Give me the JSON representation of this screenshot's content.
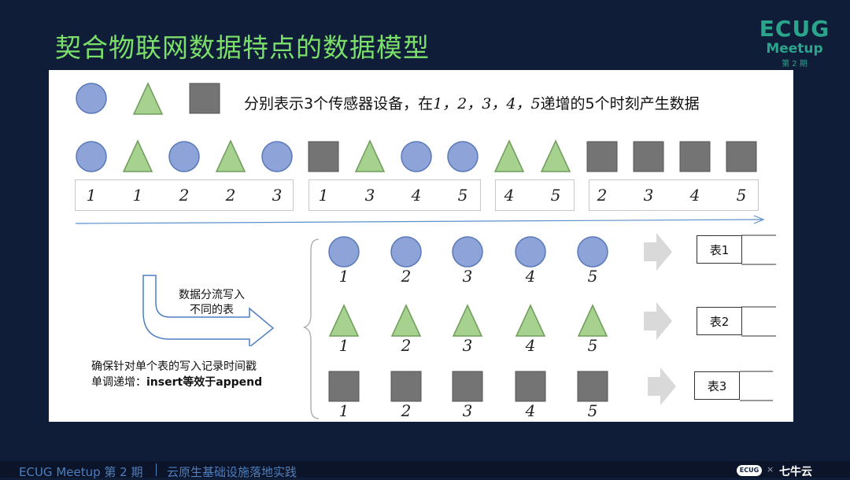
{
  "header": {
    "title": "契合物联网数据特点的数据模型"
  },
  "logo": {
    "brand": "ECUG",
    "sub": "Meetup",
    "edition": "第 2 期"
  },
  "legend": {
    "shapes": [
      "circle-icon",
      "triangle-icon",
      "square-icon"
    ],
    "text_prefix": "分别表示3个传感器设备，在",
    "text_times": "1，2，3，4，5",
    "text_suffix": "递增的5个时刻产生数据"
  },
  "stream": {
    "shapes": [
      "circle",
      "triangle",
      "circle",
      "triangle",
      "circle",
      "square",
      "triangle",
      "circle",
      "circle",
      "triangle",
      "triangle",
      "square",
      "square",
      "square",
      "square"
    ],
    "groups": [
      [
        "1",
        "1",
        "2",
        "2",
        "3"
      ],
      [
        "1",
        "3",
        "4",
        "5"
      ],
      [
        "4",
        "5"
      ],
      [
        "2",
        "3",
        "4",
        "5"
      ]
    ]
  },
  "flow": {
    "label_line1": "数据分流写入",
    "label_line2": "不同的表"
  },
  "note": {
    "line1": "确保针对单个表的写入记录时间戳",
    "line2_prefix": "单调递增：",
    "line2_bold": "insert等效于append"
  },
  "rows": [
    {
      "shape": "circle",
      "labels": [
        "1",
        "2",
        "3",
        "4",
        "5"
      ],
      "table": "表1"
    },
    {
      "shape": "triangle",
      "labels": [
        "1",
        "2",
        "3",
        "4",
        "5"
      ],
      "table": "表2"
    },
    {
      "shape": "square",
      "labels": [
        "1",
        "2",
        "3",
        "4",
        "5"
      ],
      "table": "表3"
    }
  ],
  "colors": {
    "background": "#0f1d38",
    "title": "#7be06a",
    "circle": "#8ea3d8",
    "triangle": "#a6d18f",
    "square": "#747474",
    "arrow_gray": "#d9d9d9",
    "timeline": "#5b8fcc"
  },
  "footer": {
    "event": "ECUG Meetup 第 2 期",
    "topic": "云原生基础设施落地实践",
    "badge": "ECUG",
    "times": "×",
    "sponsor": "七牛云"
  }
}
